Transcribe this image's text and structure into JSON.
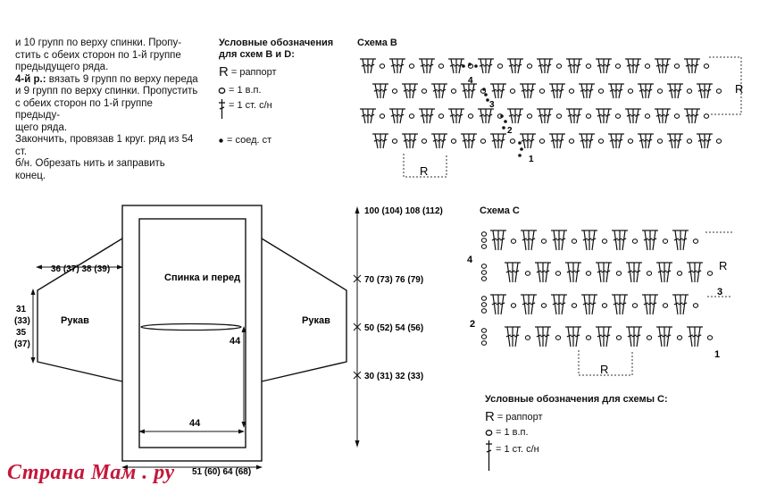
{
  "instructions": {
    "lines": [
      "и 10 групп по верху спинки. Пропу-",
      "стить с обеих сторон по 1-й группе",
      "предыдущего ряда."
    ],
    "row4_label": "4-й р.:",
    "row4_rest": " вязать 9 групп по верху переда",
    "lines2": [
      "и 9 групп по верху спинки. Пропустить",
      "с обеих сторон по 1-й группе предыду-",
      "щего ряда.",
      "Закончить, провязав 1 круг. ряд из 54 ст.",
      "б/н. Обрезать нить и заправить конец."
    ]
  },
  "legend_bd": {
    "title1": "Условные обозначения",
    "title2": "для схем В и D:",
    "items": [
      {
        "symbol": "R",
        "label": "= раппорт"
      },
      {
        "symbol": "o",
        "label": "= 1 в.п."
      },
      {
        "symbol": "dc",
        "label": "= 1 ст. с/н"
      },
      {
        "symbol": "dot",
        "label": "= соед. ст"
      }
    ]
  },
  "scheme_b": {
    "title": "Схема В",
    "repeat_label": "R",
    "repeat_label_bottom": "R",
    "row_numbers": [
      "4",
      "3",
      "2",
      "1"
    ]
  },
  "scheme_c": {
    "title": "Схема С",
    "repeat_label": "R",
    "repeat_label_bottom": "R",
    "row_numbers": [
      "4",
      "3",
      "2",
      "1"
    ]
  },
  "legend_c": {
    "title": "Условные обозначения для схемы С:",
    "items": [
      {
        "symbol": "R",
        "label": "= раппорт"
      },
      {
        "symbol": "o",
        "label": "= 1 в.п."
      },
      {
        "symbol": "dc",
        "label": "= 1 ст. с/н"
      }
    ]
  },
  "pattern": {
    "body_label": "Спинка и перед",
    "sleeve_left": "Рукав",
    "sleeve_right": "Рукав",
    "sleeve_width": "36 (37) 38 (39)",
    "sleeve_height_lines": [
      "31",
      "(33)",
      "35",
      "(37)"
    ],
    "opening_height": "44",
    "opening_width": "44",
    "bottom_width": "51 (60) 64 (68)",
    "heights": [
      "100 (104) 108 (112)",
      "70 (73) 76 (79)",
      "50 (52) 54 (56)",
      "30 (31) 32 (33)"
    ]
  },
  "watermark": "Страна Мам . ру"
}
